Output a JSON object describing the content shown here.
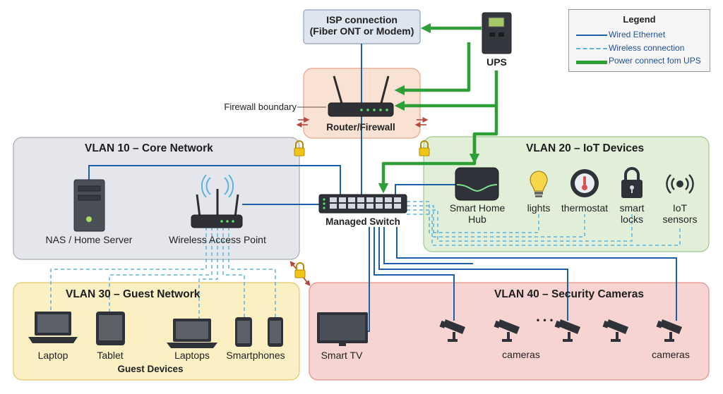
{
  "isp": {
    "line1": "ISP connection",
    "line2": "(Fiber ONT or Modem)"
  },
  "ups": {
    "label": "UPS"
  },
  "router": {
    "label": "Router/Firewall",
    "firewall_boundary": "Firewall boundary"
  },
  "switch": {
    "label": "Managed Switch"
  },
  "legend": {
    "title": "Legend",
    "items": [
      {
        "label": "Wired Ethernet",
        "style": "solid",
        "color": "#1b5fa8"
      },
      {
        "label": "Wireless connection",
        "style": "dashed",
        "color": "#5ab4e0"
      },
      {
        "label": "Power connect fom UPS",
        "style": "thick",
        "color": "#2e9e36"
      }
    ]
  },
  "vlan10": {
    "title": "VLAN 10 – Core Network",
    "nas": "NAS / Home Server",
    "wap": "Wireless Access Point"
  },
  "vlan20": {
    "title": "VLAN 20 – IoT Devices",
    "hub_line1": "Smart Home",
    "hub_line2": "Hub",
    "lights": "lights",
    "thermostat": "thermostat",
    "locks_line1": "smart",
    "locks_line2": "locks",
    "sensors_line1": "IoT",
    "sensors_line2": "sensors"
  },
  "vlan30": {
    "title": "VLAN 30 – Guest Network",
    "laptop": "Laptop",
    "tablet": "Tablet",
    "laptops": "Laptops",
    "smartphones": "Smartphones",
    "group": "Guest Devices"
  },
  "vlan40": {
    "title": "VLAN 40 – Security Cameras",
    "tv": "Smart TV",
    "cameras_a": "cameras",
    "cameras_b": "cameras",
    "ellipsis": "• • •"
  },
  "colors": {
    "wired": "#1b5fa8",
    "wireless": "#5ab4e0",
    "power": "#2e9e36",
    "core_bg": "#e4e6eb",
    "iot_bg": "#e1efd9",
    "guest_bg": "#fbefc4",
    "camera_bg": "#f7d4d1",
    "router_bg": "#f9e1d4",
    "isp_bg": "#dde6f0"
  }
}
